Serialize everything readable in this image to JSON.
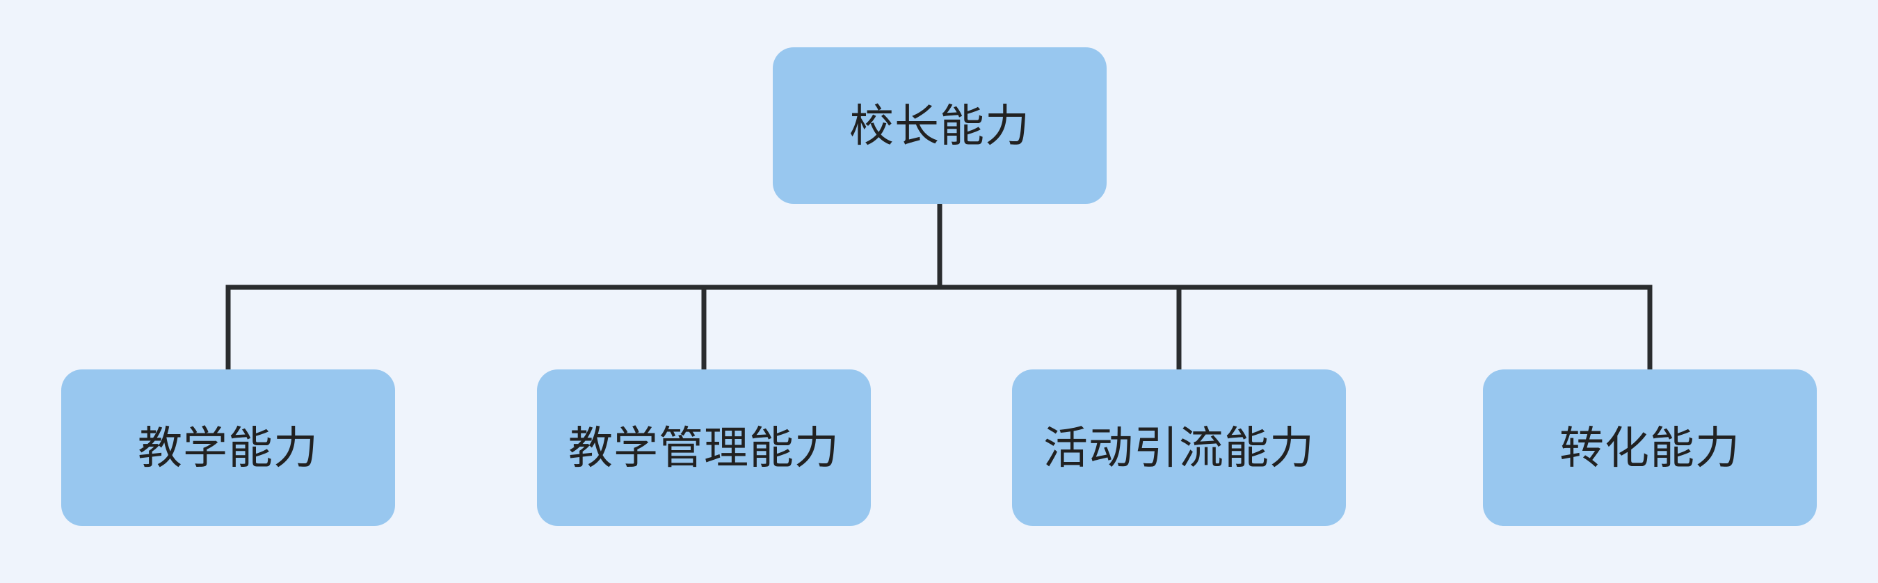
{
  "diagram": {
    "root": {
      "label": "校长能力"
    },
    "children": [
      {
        "label": "教学能力"
      },
      {
        "label": "教学管理能力"
      },
      {
        "label": "活动引流能力"
      },
      {
        "label": "转化能力"
      }
    ]
  },
  "colors": {
    "canvas_bg": "#eff4fc",
    "node_fill": "#98c7ef",
    "connector": "#2a2c2e",
    "node_text": "#212121"
  }
}
